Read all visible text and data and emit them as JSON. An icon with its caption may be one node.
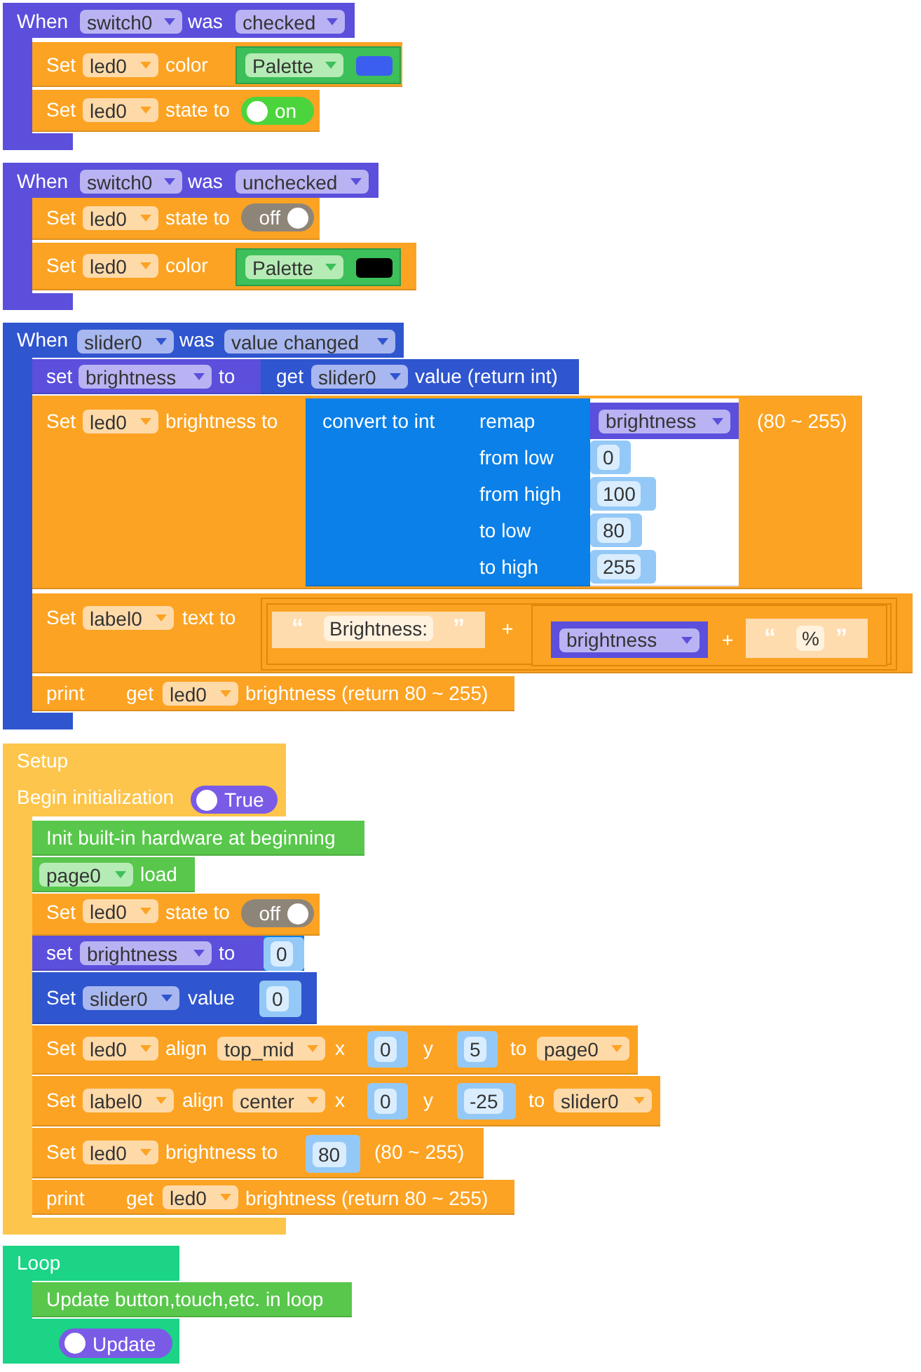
{
  "diagram": {
    "nodes": [
      {
        "text": [
          "When",
          "was"
        ]
      },
      {
        "text": [
          "switch0"
        ],
        "in": 0
      },
      {
        "text": [
          "checked"
        ],
        "in": 0
      },
      {
        "text": [
          "Set",
          "color"
        ]
      },
      {
        "text": [
          "led0"
        ],
        "in": 3
      },
      {
        "text": [],
        "shape": "box",
        "in": 3
      },
      {
        "text": [
          "Palette"
        ],
        "in": 5
      },
      {
        "text": [
          "Set",
          "state to"
        ]
      },
      {
        "text": [
          "led0"
        ],
        "in": 7
      },
      {
        "text": [
          "on"
        ],
        "in": 7
      },
      {
        "text": [
          "When",
          "was"
        ]
      },
      {
        "text": [
          "switch0"
        ],
        "in": 10
      },
      {
        "text": [
          "unchecked"
        ],
        "in": 10
      },
      {
        "text": [
          "Set",
          "state to"
        ]
      },
      {
        "text": [
          "led0"
        ],
        "in": 13
      },
      {
        "text": [
          "off"
        ],
        "in": 13
      },
      {
        "text": [
          "Set",
          "color"
        ]
      },
      {
        "text": [
          "led0"
        ],
        "in": 16
      },
      {
        "text": [],
        "shape": "box",
        "in": 16
      },
      {
        "text": [
          "Palette"
        ],
        "in": 18
      },
      {
        "text": [
          "When",
          "was"
        ]
      },
      {
        "text": [
          "slider0"
        ],
        "in": 20
      },
      {
        "text": [
          "value changed"
        ],
        "in": 20
      },
      {
        "text": [
          "set",
          "to"
        ]
      },
      {
        "text": [
          "brightness"
        ],
        "in": 23
      },
      {
        "text": [
          "get",
          "value (return int)"
        ],
        "in": 23
      },
      {
        "text": [
          "slider0"
        ],
        "in": 25
      },
      {
        "text": [
          "Set",
          "brightness to",
          "(80 ~ 255)"
        ]
      },
      {
        "text": [
          "led0"
        ],
        "in": 27
      },
      {
        "text": [
          "convert to int"
        ],
        "in": 27
      },
      {
        "text": [
          "remap",
          "from low",
          "from high",
          "to low",
          "to high"
        ],
        "in": 29
      },
      {
        "text": [
          "brightness"
        ],
        "in": 30
      },
      {
        "text": [
          "0"
        ],
        "in": 30
      },
      {
        "text": [
          "100"
        ],
        "in": 30
      },
      {
        "text": [
          "80"
        ],
        "in": 30
      },
      {
        "text": [
          "255"
        ],
        "in": 30
      },
      {
        "text": [
          "Set",
          "text to"
        ]
      },
      {
        "text": [
          "label0"
        ],
        "in": 36
      },
      {
        "text": [
          "+"
        ],
        "in": 36
      },
      {
        "text": [
          "“",
          "Brightness:",
          "”"
        ],
        "in": 38
      },
      {
        "text": [
          "+"
        ],
        "in": 38
      },
      {
        "text": [
          "brightness"
        ],
        "in": 40
      },
      {
        "text": [
          "“",
          "%",
          "”"
        ],
        "in": 40
      },
      {
        "text": [
          "print"
        ]
      },
      {
        "text": [
          "get",
          "brightness (return 80 ~ 255)"
        ],
        "in": 43
      },
      {
        "text": [
          "led0"
        ],
        "in": 44
      },
      {
        "text": [
          "Setup",
          "Begin initialization"
        ]
      },
      {
        "text": [
          "True"
        ],
        "in": 46
      },
      {
        "text": [
          "Init built-in hardware at beginning"
        ]
      },
      {
        "text": [
          "load"
        ]
      },
      {
        "text": [
          "page0"
        ],
        "in": 49
      },
      {
        "text": [
          "Set",
          "state to"
        ]
      },
      {
        "text": [
          "led0"
        ],
        "in": 51
      },
      {
        "text": [
          "off"
        ],
        "in": 51
      },
      {
        "text": [
          "set",
          "to"
        ]
      },
      {
        "text": [
          "brightness"
        ],
        "in": 54
      },
      {
        "text": [
          "0"
        ],
        "in": 54
      },
      {
        "text": [
          "Set",
          "value"
        ]
      },
      {
        "text": [
          "slider0"
        ],
        "in": 57
      },
      {
        "text": [
          "0"
        ],
        "in": 57
      },
      {
        "text": [
          "Set",
          "align",
          "x",
          "y",
          "to"
        ]
      },
      {
        "text": [
          "led0"
        ],
        "in": 60
      },
      {
        "text": [
          "top_mid"
        ],
        "in": 60
      },
      {
        "text": [
          "0"
        ],
        "in": 60
      },
      {
        "text": [
          "5"
        ],
        "in": 60
      },
      {
        "text": [
          "page0"
        ],
        "in": 60
      },
      {
        "text": [
          "Set",
          "align",
          "x",
          "y",
          "to"
        ]
      },
      {
        "text": [
          "label0"
        ],
        "in": 66
      },
      {
        "text": [
          "center"
        ],
        "in": 66
      },
      {
        "text": [
          "0"
        ],
        "in": 66
      },
      {
        "text": [
          "-25"
        ],
        "in": 66
      },
      {
        "text": [
          "slider0"
        ],
        "in": 66
      },
      {
        "text": [
          "Set",
          "brightness to",
          "(80 ~ 255)"
        ]
      },
      {
        "text": [
          "led0"
        ],
        "in": 72
      },
      {
        "text": [
          "80"
        ],
        "in": 72
      },
      {
        "text": [
          "print"
        ]
      },
      {
        "text": [
          "get",
          "brightness (return 80 ~ 255)"
        ],
        "in": 75
      },
      {
        "text": [
          "led0"
        ],
        "in": 76
      },
      {
        "text": [
          "Loop"
        ]
      },
      {
        "text": [
          "Update button,touch,etc. in loop"
        ]
      },
      {
        "text": [
          "Update"
        ],
        "in": 78
      }
    ]
  }
}
